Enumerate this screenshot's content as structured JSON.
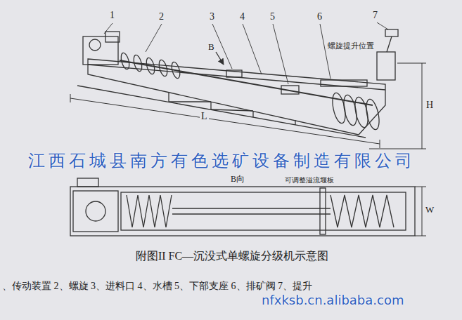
{
  "diagram": {
    "caption": "附图II FC—沉没式单螺旋分级机示意图",
    "labels": [
      "1",
      "2",
      "3",
      "4",
      "5",
      "6",
      "7",
      "B",
      "螺旋提升位置",
      "L",
      "H",
      "B向",
      "可调整溢流堰板",
      "W",
      "江西石城县南方有色选矿设备制造有限公司",
      "、传动装置 2、螺旋 3、进料口 4、水槽 5、下部支座 6、排矿阀 7、提升",
      "nfxksb.cn.alibaba.com"
    ]
  }
}
